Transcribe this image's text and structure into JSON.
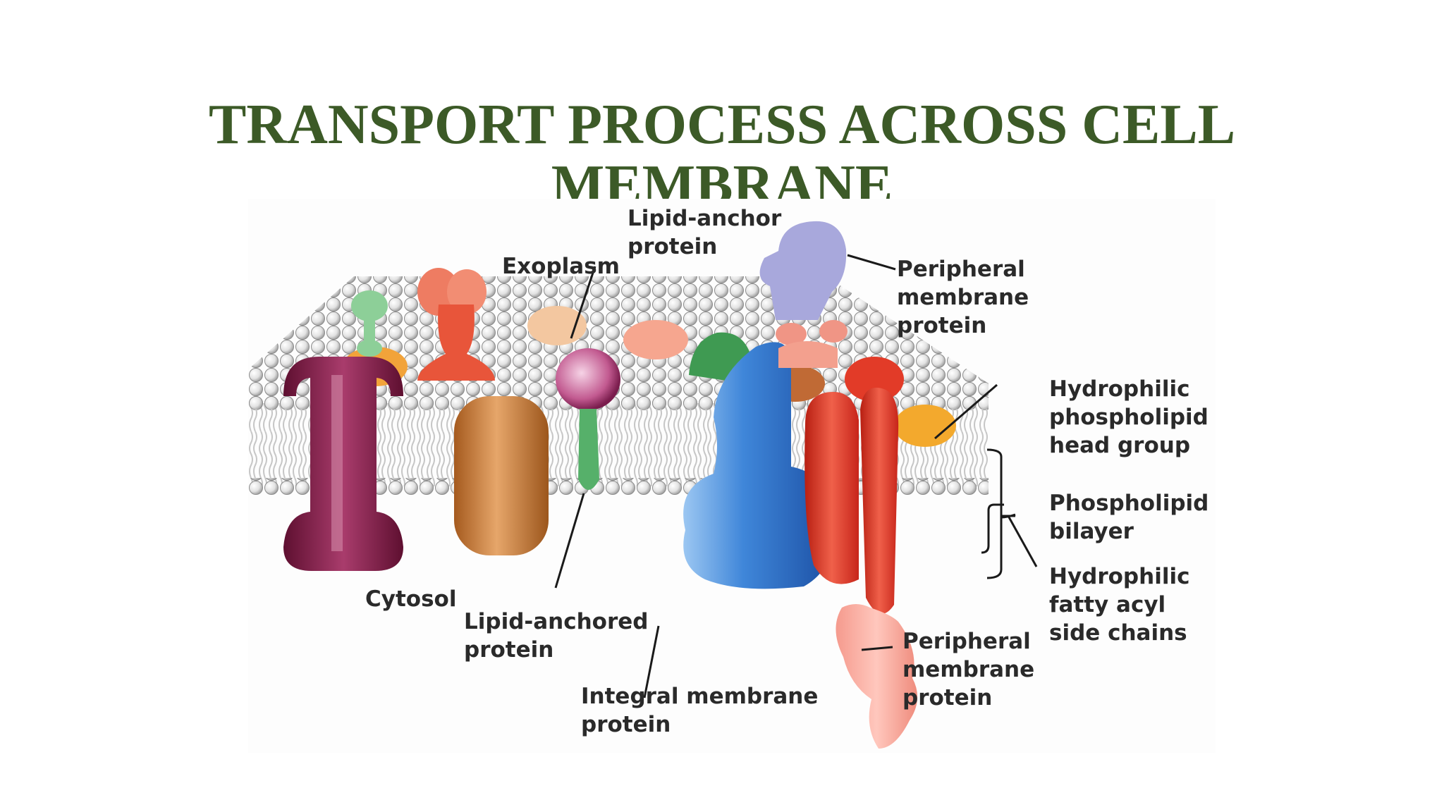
{
  "slide": {
    "title_line1": "TRANSPORT PROCESS ACROSS CELL",
    "title_line2": "MEMBRANE"
  },
  "diagram": {
    "labels": {
      "exoplasm": "Exoplasm",
      "cytosol": "Cytosol",
      "lipid_anchor_protein": [
        "Lipid-anchor",
        "protein"
      ],
      "peripheral_membrane_protein_top": [
        "Peripheral",
        "membrane",
        "protein"
      ],
      "hydrophilic_head_group": [
        "Hydrophilic",
        "phospholipid",
        "head group"
      ],
      "phospholipid_bilayer": [
        "Phospholipid",
        "bilayer"
      ],
      "hydrophilic_fatty_acyl": [
        "Hydrophilic",
        "fatty acyl",
        "side chains"
      ],
      "lipid_anchored_protein": [
        "Lipid-anchored",
        "protein"
      ],
      "integral_membrane_protein": [
        "Integral membrane",
        "protein"
      ],
      "peripheral_membrane_protein_bottom": [
        "Peripheral",
        "membrane",
        "protein"
      ]
    },
    "colors": {
      "title": "#3c5a27",
      "head_group": "#e6e6e6",
      "channel_protein": "#7a1740",
      "integral_blue": "#2a6fc9",
      "integral_red": "#e8412b",
      "peripheral_purple": "#a8a8dc",
      "anchored_green": "#3f9a52",
      "anchor_sphere": "#b14b80"
    }
  }
}
